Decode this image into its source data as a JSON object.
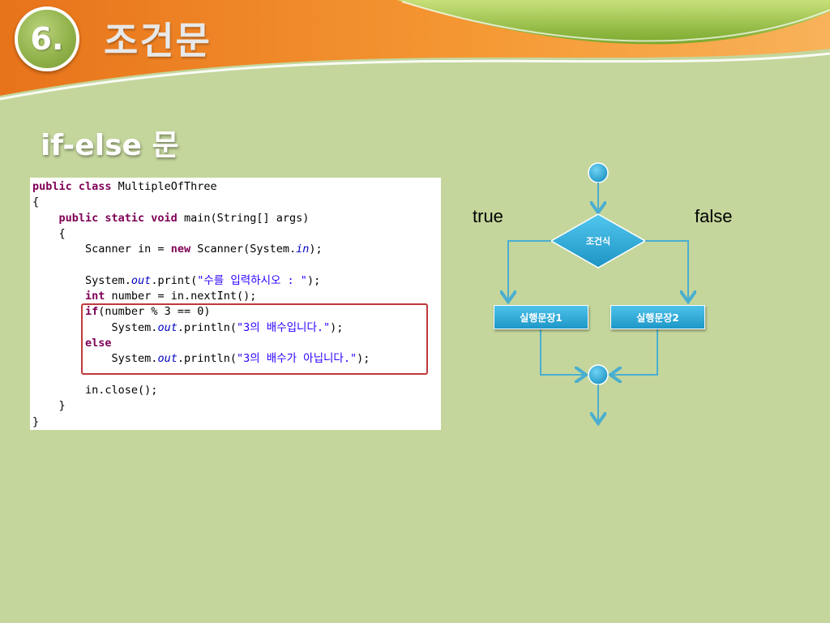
{
  "header": {
    "chapter_number": "6.",
    "chapter_title": "조건문"
  },
  "section": {
    "heading": "if-else 문"
  },
  "code": {
    "lines": [
      [
        {
          "t": "public class",
          "c": "kw"
        },
        {
          "t": " MultipleOfThree"
        }
      ],
      [
        {
          "t": "{"
        }
      ],
      [
        {
          "t": "    "
        },
        {
          "t": "public static void",
          "c": "kw"
        },
        {
          "t": " main(String[] args)"
        }
      ],
      [
        {
          "t": "    {"
        }
      ],
      [
        {
          "t": "        Scanner in = "
        },
        {
          "t": "new",
          "c": "kw"
        },
        {
          "t": " Scanner(System."
        },
        {
          "t": "in",
          "c": "fld"
        },
        {
          "t": ");"
        }
      ],
      [
        {
          "t": ""
        }
      ],
      [
        {
          "t": "        System."
        },
        {
          "t": "out",
          "c": "fld"
        },
        {
          "t": ".print("
        },
        {
          "t": "\"수를 입력하시오 : \"",
          "c": "str"
        },
        {
          "t": ");"
        }
      ],
      [
        {
          "t": "        "
        },
        {
          "t": "int",
          "c": "kw"
        },
        {
          "t": " number = in.nextInt();"
        }
      ],
      [
        {
          "t": "        "
        },
        {
          "t": "if",
          "c": "kw"
        },
        {
          "t": "(number % 3 == 0)"
        }
      ],
      [
        {
          "t": "            System."
        },
        {
          "t": "out",
          "c": "fld"
        },
        {
          "t": ".println("
        },
        {
          "t": "\"3의 배수입니다.\"",
          "c": "str"
        },
        {
          "t": ");"
        }
      ],
      [
        {
          "t": "        "
        },
        {
          "t": "else",
          "c": "kw"
        }
      ],
      [
        {
          "t": "            System."
        },
        {
          "t": "out",
          "c": "fld"
        },
        {
          "t": ".println("
        },
        {
          "t": "\"3의 배수가 아닙니다.\"",
          "c": "str"
        },
        {
          "t": ");"
        }
      ],
      [
        {
          "t": ""
        }
      ],
      [
        {
          "t": "        in.close();"
        }
      ],
      [
        {
          "t": "    }"
        }
      ],
      [
        {
          "t": "}"
        }
      ]
    ]
  },
  "flowchart": {
    "true_label": "true",
    "false_label": "false",
    "condition_label": "조건식",
    "statement1_label": "실행문장1",
    "statement2_label": "실행문장2",
    "node_color": "#27a6d6",
    "line_color": "#4aaed0"
  },
  "colors": {
    "background": "#c4d69c",
    "header_orange": "#f08a24",
    "header_green": "#8fbf3a",
    "highlight_border": "#c0393b"
  }
}
